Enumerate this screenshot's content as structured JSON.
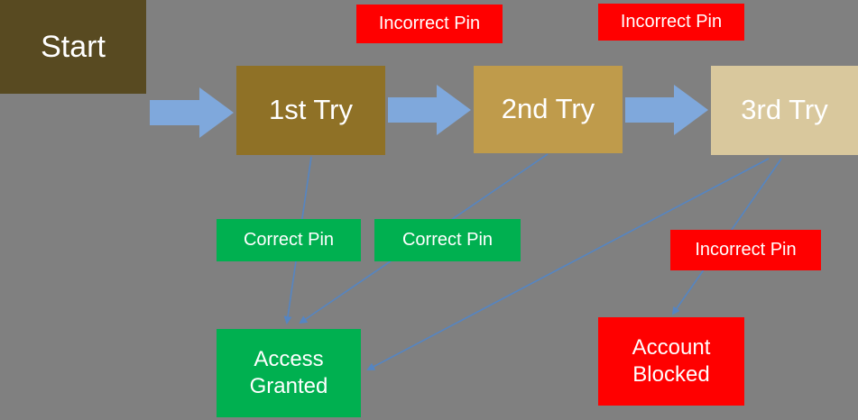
{
  "colors": {
    "bg": "#808080",
    "start": "#584a21",
    "try1": "#8f7126",
    "try2": "#bf9b4b",
    "try3": "#d9c89d",
    "green": "#00b050",
    "red": "#ff0000",
    "blockArrow": "#7fa8dc",
    "connector": "#5585c2",
    "text": "#ffffff"
  },
  "diagram": {
    "nodes": {
      "start": {
        "label": "Start"
      },
      "try1": {
        "label": "1st Try"
      },
      "try2": {
        "label": "2nd Try"
      },
      "try3": {
        "label": "3rd Try"
      },
      "access_granted": {
        "label": "Access Granted"
      },
      "account_blocked": {
        "label": "Account Blocked"
      }
    },
    "labels": {
      "incorrect_pin_top_1": "Incorrect Pin",
      "incorrect_pin_top_2": "Incorrect Pin",
      "correct_pin_1": "Correct Pin",
      "correct_pin_2": "Correct Pin",
      "incorrect_pin_3": "Incorrect Pin"
    },
    "edges": [
      {
        "from": "Start",
        "to": "1st Try"
      },
      {
        "from": "1st Try",
        "to": "2nd Try"
      },
      {
        "from": "2nd Try",
        "to": "3rd Try"
      },
      {
        "from": "1st Try",
        "to": "Access Granted"
      },
      {
        "from": "2nd Try",
        "to": "Access Granted"
      },
      {
        "from": "3rd Try",
        "to": "Access Granted"
      },
      {
        "from": "3rd Try",
        "to": "Account Blocked"
      }
    ]
  }
}
